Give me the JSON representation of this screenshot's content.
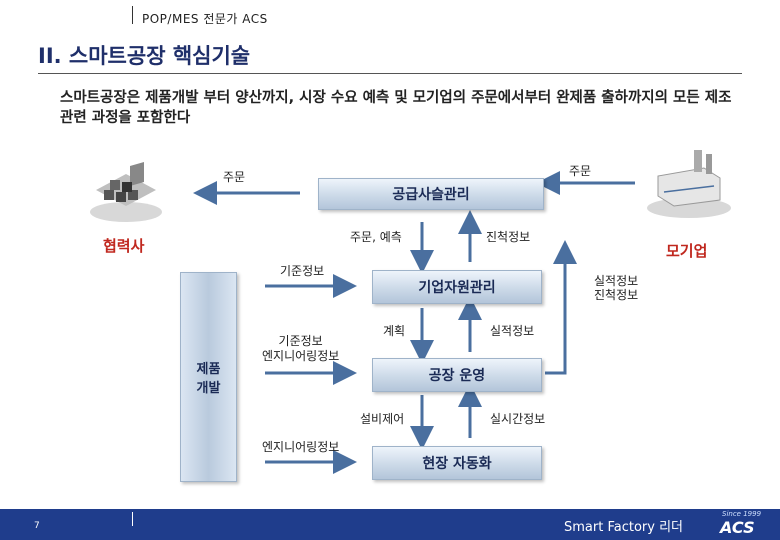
{
  "header": {
    "text": "POP/MES 전문가 ACS"
  },
  "title": "II. 스마트공장 핵심기술",
  "description": "스마트공장은 제품개발 부터 양산까지, 시장 수요 예측 및 모기업의 주문에서부터 완제품 출하까지의 모든 제조 관련 과정을 포함한다",
  "diagram": {
    "supply_chain": "공급사슬관리",
    "erp": "기업자원관리",
    "factory_ops": "공장 운영",
    "field_auto": "현장 자동화",
    "product_dev": "제품\n개발",
    "partner": "협력사",
    "parent": "모기업",
    "order_left": "주문",
    "order_right": "주문",
    "order_forecast": "주문, 예측",
    "progress_info": "진척정보",
    "standard_info": "기준정보",
    "result_progress": "실적정보\n진척정보",
    "plan": "계획",
    "result_info": "실적정보",
    "standard_eng": "기준정보\n엔지니어링정보",
    "equip_control": "설비제어",
    "realtime_info": "실시간정보",
    "eng_info": "엔지니어링정보"
  },
  "footer": {
    "text": "Smart Factory 리더",
    "page": "7",
    "logo_text": "ACS",
    "logo_script": "Since 1999"
  },
  "colors": {
    "title": "#1f2f6a",
    "red": "#c0281f",
    "arrow": "#4a6f9f",
    "footer": "#1f3d8c"
  }
}
